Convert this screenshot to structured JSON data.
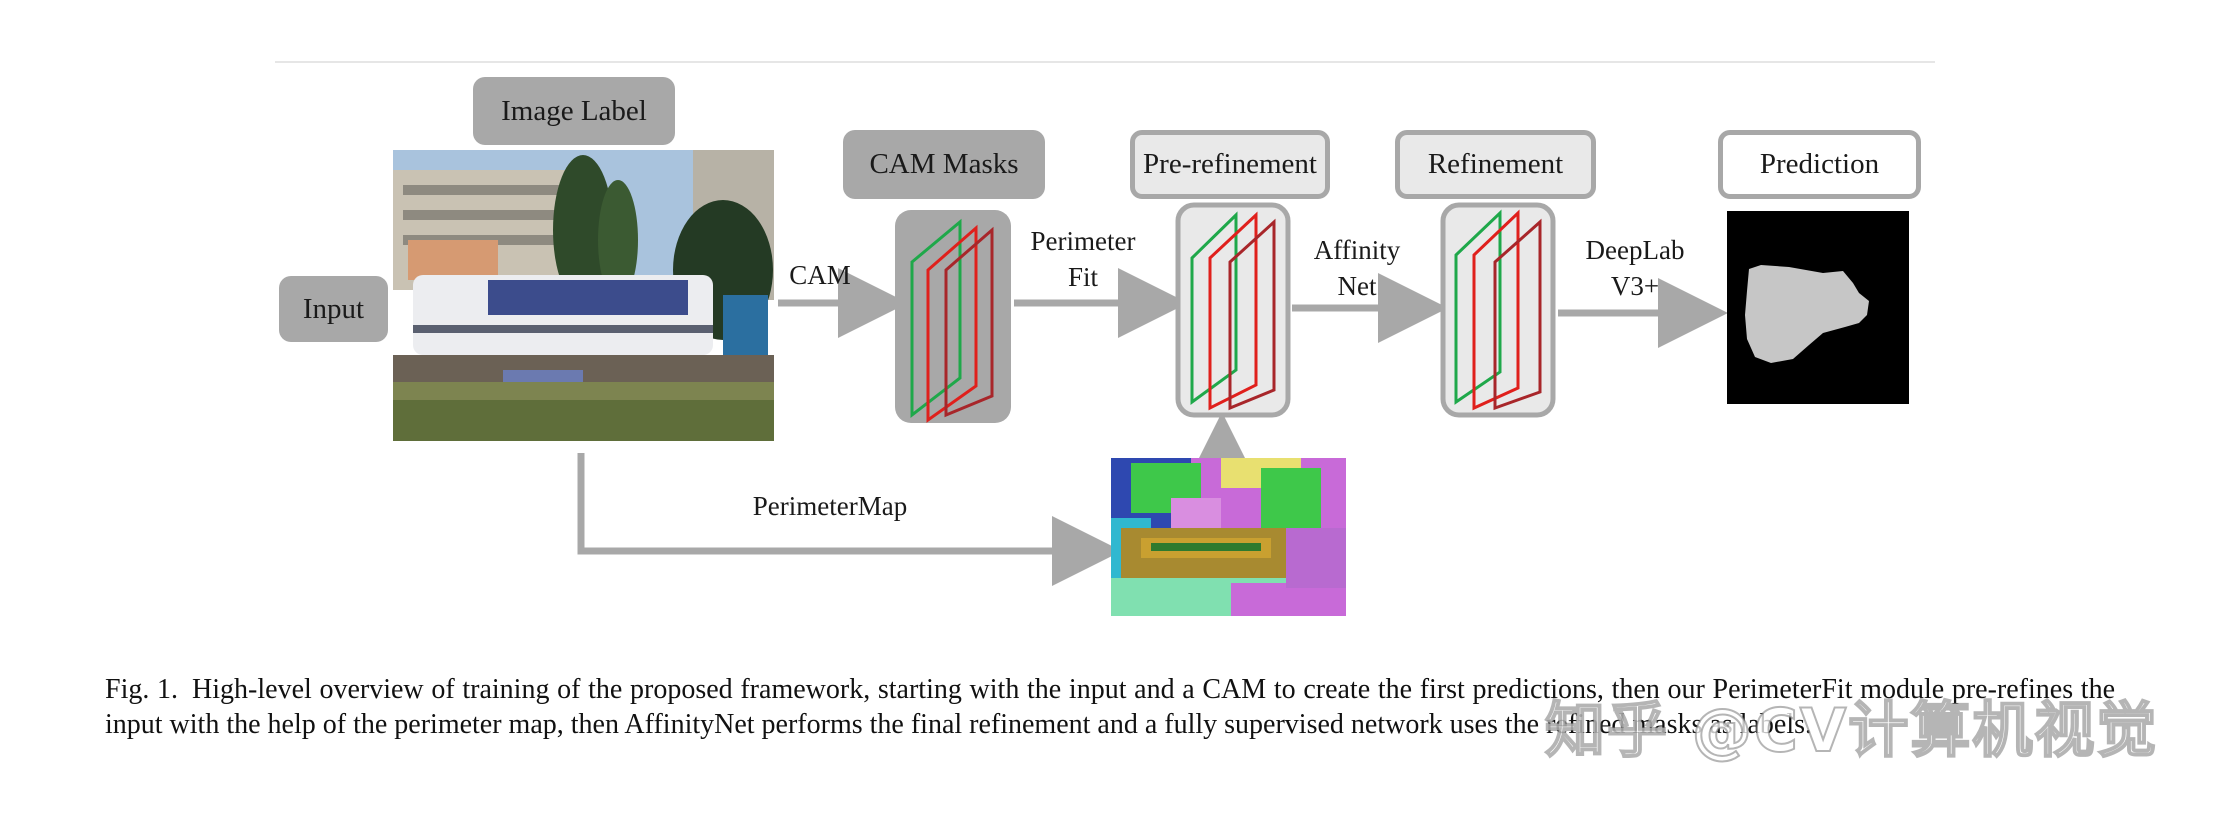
{
  "figure": {
    "boxes": {
      "image_label": "Image Label",
      "input": "Input",
      "cam_masks": "CAM Masks",
      "pre_refinement": "Pre-refinement",
      "refinement": "Refinement",
      "prediction": "Prediction"
    },
    "arrows": {
      "cam": "CAM",
      "perimeter_fit_line1": "Perimeter",
      "perimeter_fit_line2": "Fit",
      "affinity_net_line1": "Affinity",
      "affinity_net_line2": "Net",
      "deeplab_line1": "DeepLab",
      "deeplab_line2": "V3+",
      "perimeter_map": "PerimeterMap"
    },
    "colors": {
      "box_dark": "#a8a8a8",
      "box_light": "#e9e9e9",
      "arrow": "#a8a8a8",
      "mask_green": "#1fa84a",
      "mask_red": "#e0201c",
      "mask_darkred": "#a8262a"
    }
  },
  "caption": {
    "label": "Fig. 1.",
    "text": "High-level overview of training of the proposed framework, starting with the input and a CAM to create the first predictions, then our PerimeterFit module pre-refines the input with the help of the perimeter map, then AffinityNet performs the final refinement and a fully supervised network uses the refined masks as labels."
  },
  "watermark": "知乎 @CV计算机视觉"
}
